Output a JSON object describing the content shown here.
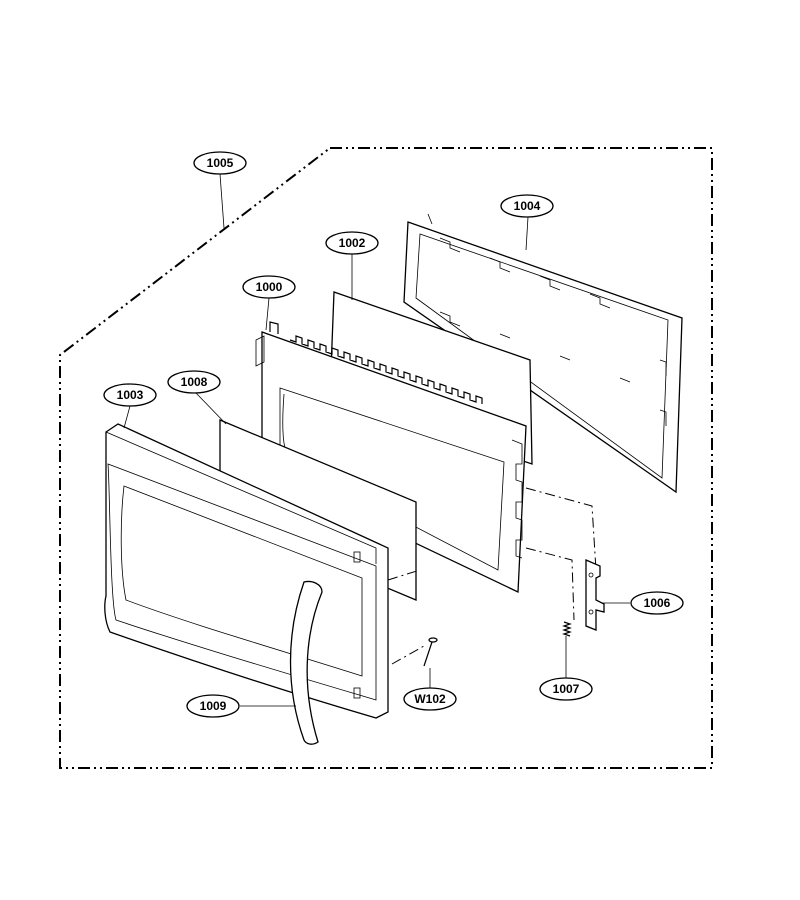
{
  "callouts": {
    "c1005": "1005",
    "c1004": "1004",
    "c1002": "1002",
    "c1000": "1000",
    "c1003": "1003",
    "c1008": "1008",
    "c1006": "1006",
    "c1007": "1007",
    "cW102": "W102",
    "c1009": "1009"
  }
}
